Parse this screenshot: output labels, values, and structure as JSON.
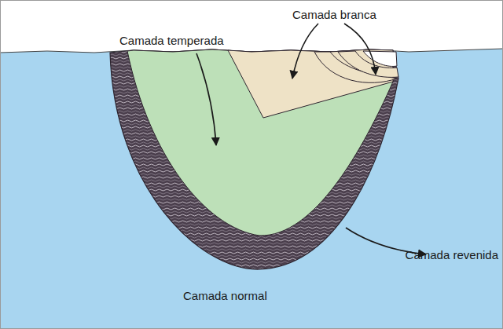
{
  "diagram": {
    "labels": [
      "Camada temperada",
      "Camada branca",
      "Camada revenida",
      "Camada normal"
    ]
  }
}
